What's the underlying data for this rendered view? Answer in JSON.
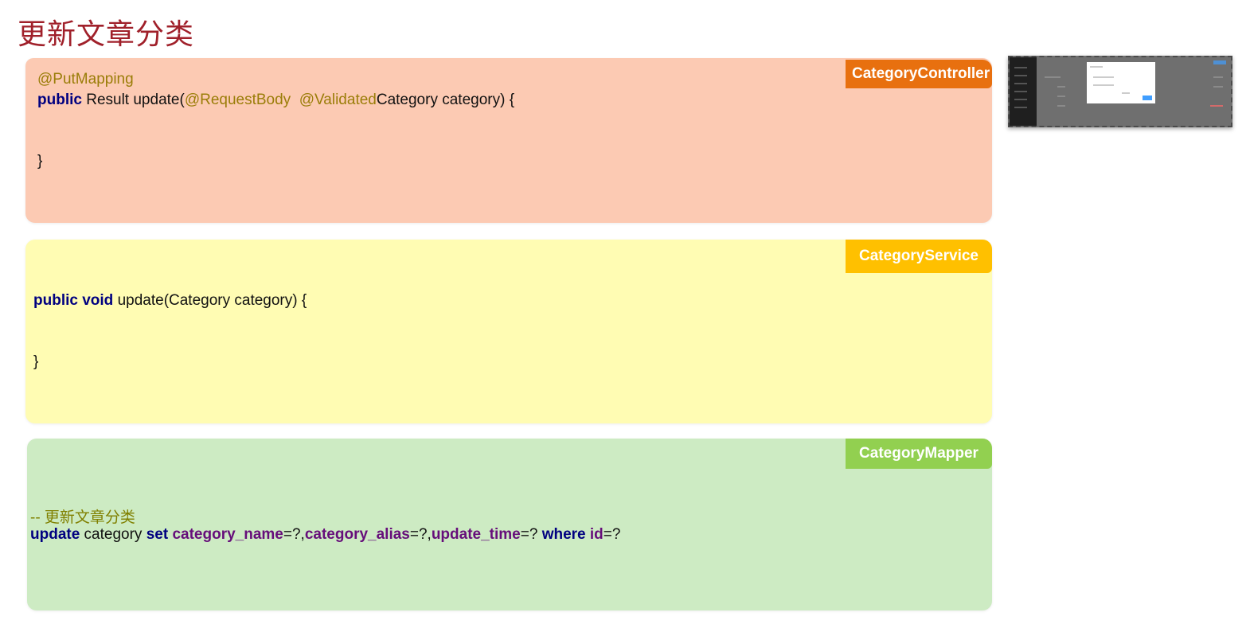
{
  "title": "更新文章分类",
  "controller": {
    "tag": "CategoryController",
    "line1": "@PutMapping",
    "line2_kw": "public",
    "line2_a": " Result update(",
    "line2_anno1": "@RequestBody",
    "line2_sp": "  ",
    "line2_anno2": "@Validated",
    "line2_b": "Category category) {",
    "close": "}"
  },
  "service": {
    "tag": "CategoryService",
    "line1_kw1": "public",
    "line1_kw2": "void",
    "line1_rest": " update(Category category) {",
    "close": "}"
  },
  "mapper": {
    "tag": "CategoryMapper",
    "comment": "-- 更新文章分类",
    "sql_update": "update",
    "sql_table": " category ",
    "sql_set": "set",
    "sql_f1": "category_name",
    "sql_eq1": "=?,",
    "sql_f2": "category_alias",
    "sql_eq2": "=?,",
    "sql_f3": "update_time",
    "sql_eq3": "=? ",
    "sql_where": "where",
    "sql_id": "id",
    "sql_eq4": "=?"
  },
  "colors": {
    "controller_panel": "#fccab3",
    "controller_tag": "#e8700f",
    "service_panel": "#fffcb3",
    "service_tag": "#ffc000",
    "mapper_panel": "#cdebc3",
    "mapper_tag": "#92d050",
    "title": "#a0202a"
  }
}
